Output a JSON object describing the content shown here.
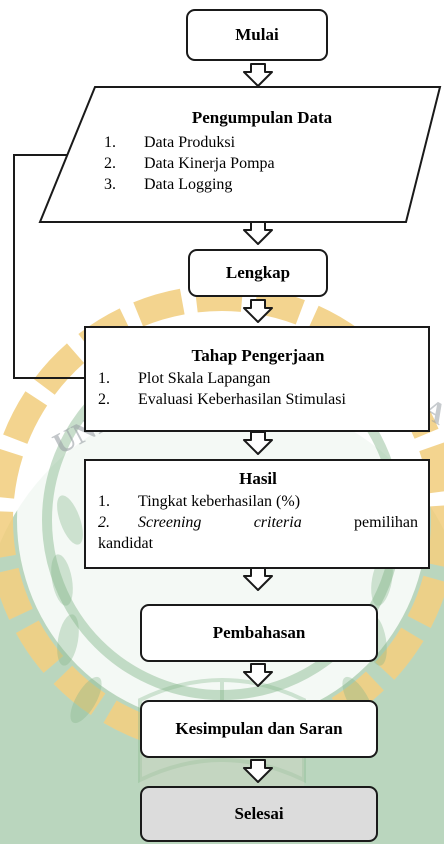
{
  "watermark": {
    "arc_text": "UNIVERSITAS ISLAM RIAU",
    "colors": {
      "green": "#1e7a2a",
      "gold": "#e7a91e",
      "light_green": "#cfe7c9",
      "gray": "#9aa1a6"
    }
  },
  "flowchart": {
    "start": "Mulai",
    "data_collection": {
      "title": "Pengumpulan Data",
      "items": [
        {
          "num": "1.",
          "text": "Data Produksi"
        },
        {
          "num": "2.",
          "text": "Data Kinerja Pompa"
        },
        {
          "num": "3.",
          "text": "Data Logging"
        }
      ]
    },
    "decision": "Lengkap",
    "work_stage": {
      "title": "Tahap Pengerjaan",
      "items": [
        {
          "num": "1.",
          "text": "Plot Skala Lapangan"
        },
        {
          "num": "2.",
          "text": "Evaluasi Keberhasilan Stimulasi"
        }
      ]
    },
    "result": {
      "title": "Hasil",
      "item1_num": "1.",
      "item1_text": "Tingkat keberhasilan (%)",
      "item2_num": "2.",
      "item2_em1": "Screening",
      "item2_em2": "criteria",
      "item2_rest": "pemilihan",
      "item2_line2": "kandidat"
    },
    "discussion": "Pembahasan",
    "conclusion": "Kesimpulan dan Saran",
    "end": "Selesai"
  }
}
